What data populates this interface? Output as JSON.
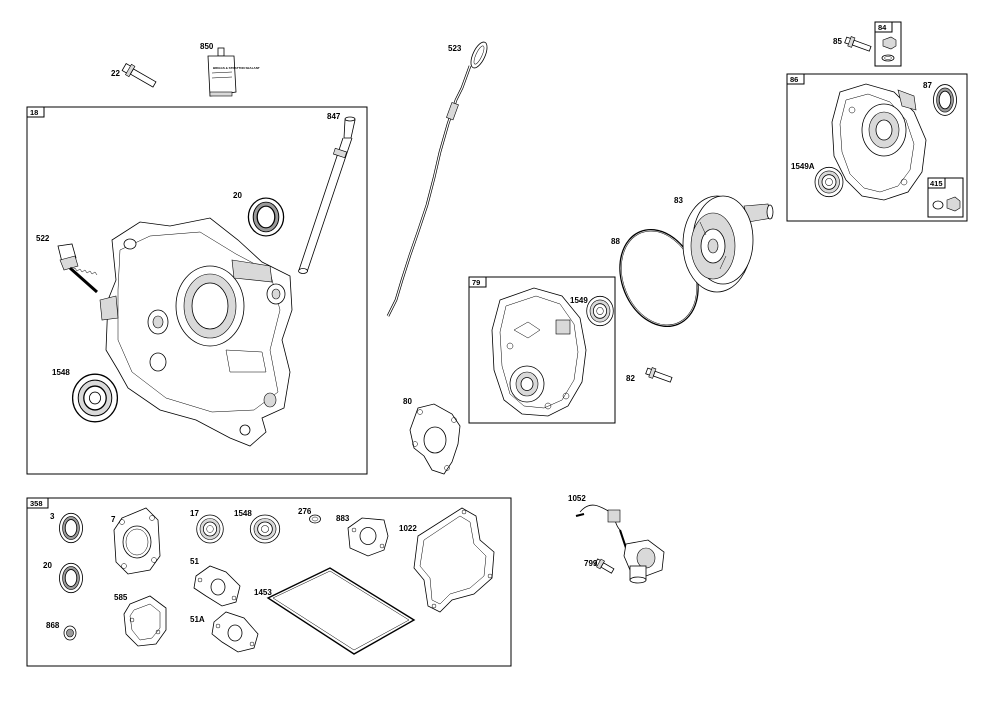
{
  "diagram": {
    "groups": [
      {
        "id": "g18",
        "label": "18"
      },
      {
        "id": "g358",
        "label": "358"
      },
      {
        "id": "g79",
        "label": "79"
      },
      {
        "id": "g86",
        "label": "86"
      },
      {
        "id": "g84",
        "label": "84"
      },
      {
        "id": "g415",
        "label": "415"
      }
    ],
    "labels": {
      "p22": "22",
      "p850": "850",
      "p523": "523",
      "p847": "847",
      "p20a": "20",
      "p522": "522",
      "p1548a": "1548",
      "p80": "80",
      "p1549": "1549",
      "p83": "83",
      "p88": "88",
      "p82": "82",
      "p85": "85",
      "p87": "87",
      "p1549A": "1549A",
      "p1052": "1052",
      "p799": "799",
      "p3": "3",
      "p7": "7",
      "p17": "17",
      "p1548b": "1548",
      "p276": "276",
      "p883": "883",
      "p1022": "1022",
      "p20b": "20",
      "p51": "51",
      "p1453": "1453",
      "p585": "585",
      "p51A": "51A",
      "p868": "868"
    },
    "tube_text": "BRIGGS & STRATTON SEALANT"
  }
}
